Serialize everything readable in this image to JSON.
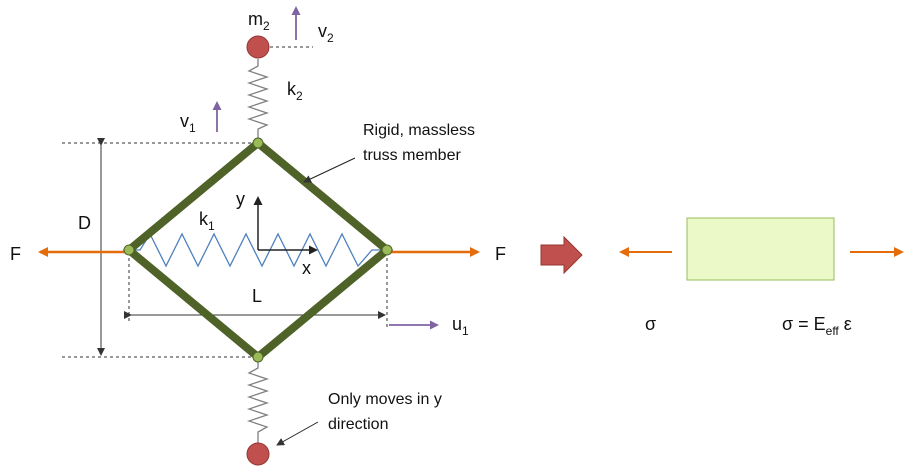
{
  "diagram": {
    "labels": {
      "m2": "m",
      "m2_sub": "2",
      "v2": "v",
      "v2_sub": "2",
      "k2": "k",
      "k2_sub": "2",
      "v1": "v",
      "v1_sub": "1",
      "k1": "k",
      "k1_sub": "1",
      "D": "D",
      "L": "L",
      "x_axis": "x",
      "y_axis": "y",
      "F_left": "F",
      "F_right": "F",
      "u1": "u",
      "u1_sub": "1",
      "truss_note_line1": "Rigid, massless",
      "truss_note_line2": "truss member",
      "bottom_note_line1": "Only moves in y",
      "bottom_note_line2": "direction",
      "sigma_left": "σ",
      "sigma_eq_a": "σ = E",
      "sigma_eq_sub": "eff",
      "sigma_eq_b": " ε"
    },
    "colors": {
      "truss": "#4f6228",
      "force_arrow": "#e46c0a",
      "spring": "#808080",
      "spring_k1": "#4f81bd",
      "mass": "#c0504d",
      "velocity_arrow": "#8064a2",
      "node": "#9bbb59",
      "effective_block_fill": "#ebf9c9",
      "effective_block_stroke": "#9bbb59",
      "transform_arrow": "#c0504d"
    }
  }
}
